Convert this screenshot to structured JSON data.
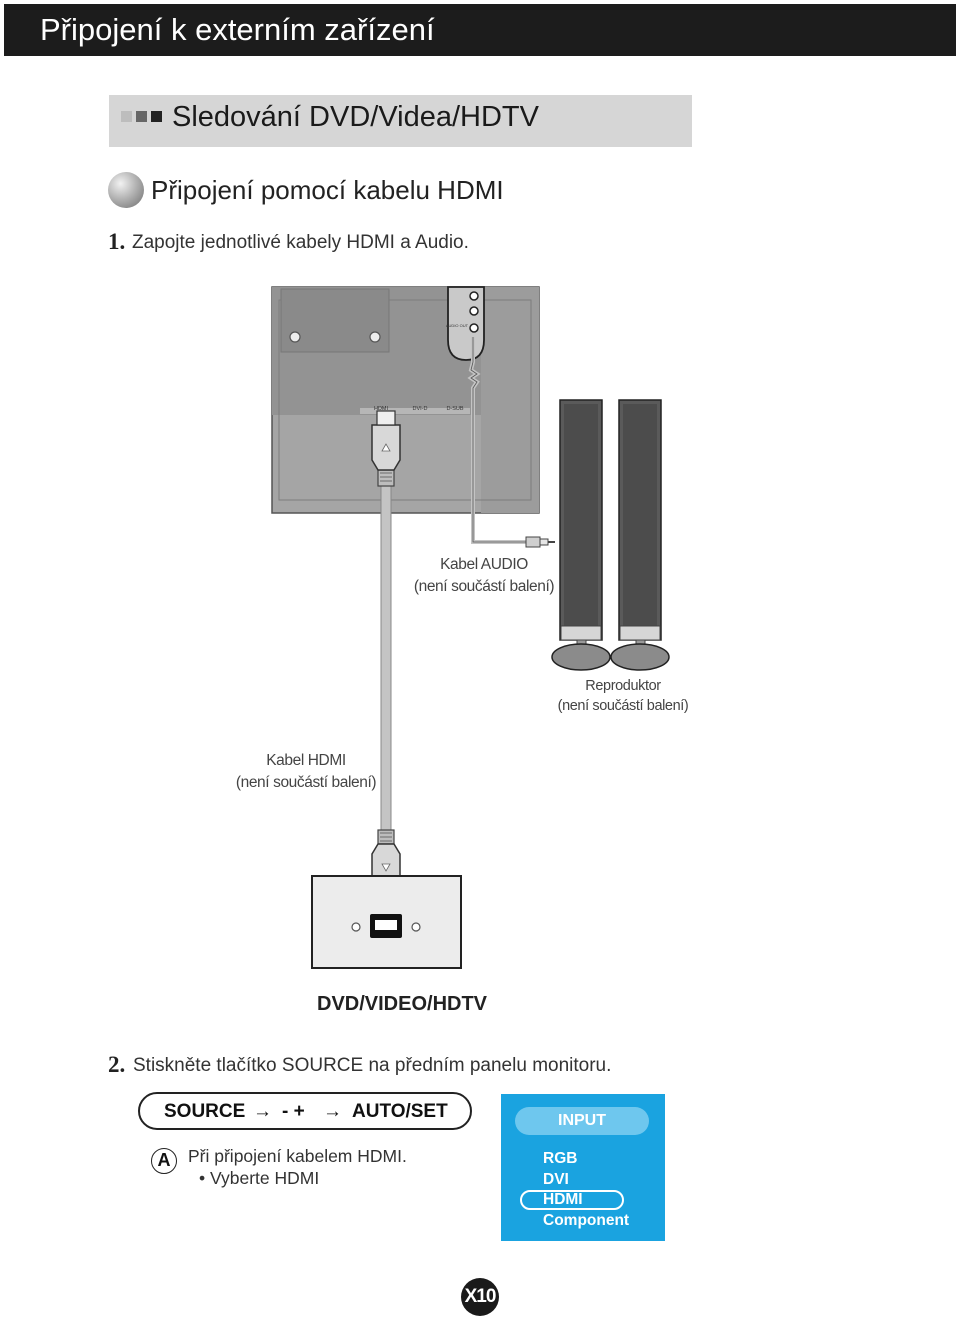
{
  "header": {
    "title": "Připojení k externím zařízení"
  },
  "section": {
    "title": "Sledování DVD/Videa/HDTV"
  },
  "subsection": {
    "title": "Připojení pomocí kabelu HDMI"
  },
  "step1": {
    "number": "1.",
    "text": "Zapojte jednotlivé kabely HDMI a Audio."
  },
  "diagram": {
    "audio_cable_line1": "Kabel AUDIO",
    "audio_cable_line2": "(není součástí balení)",
    "speaker_line1": "Reproduktor",
    "speaker_line2": "(není součástí balení)",
    "hdmi_cable_line1": "Kabel HDMI",
    "hdmi_cable_line2": "(není součástí balení)",
    "port_label_1": "HDMI",
    "port_label_2": "DVI-D",
    "port_label_3": "D-SUB",
    "audio_port_label": "AUDIO OUT",
    "device_label": "DVD/VIDEO/HDTV"
  },
  "step2": {
    "number": "2.",
    "text": "Stiskněte tlačítko SOURCE na předním panelu monitoru."
  },
  "button_sequence": {
    "source": "SOURCE",
    "minus_plus": "- +",
    "auto_set": "AUTO/SET",
    "arrow": "→"
  },
  "note": {
    "marker": "A",
    "line1": "Při připojení kabelem HDMI.",
    "line2": "• Vyberte HDMI"
  },
  "input_menu": {
    "title": "INPUT",
    "items": [
      "RGB",
      "DVI",
      "HDMI",
      "Component"
    ],
    "selected": "HDMI",
    "bg_color": "#1aa3e0"
  },
  "page": {
    "number": "X10"
  }
}
